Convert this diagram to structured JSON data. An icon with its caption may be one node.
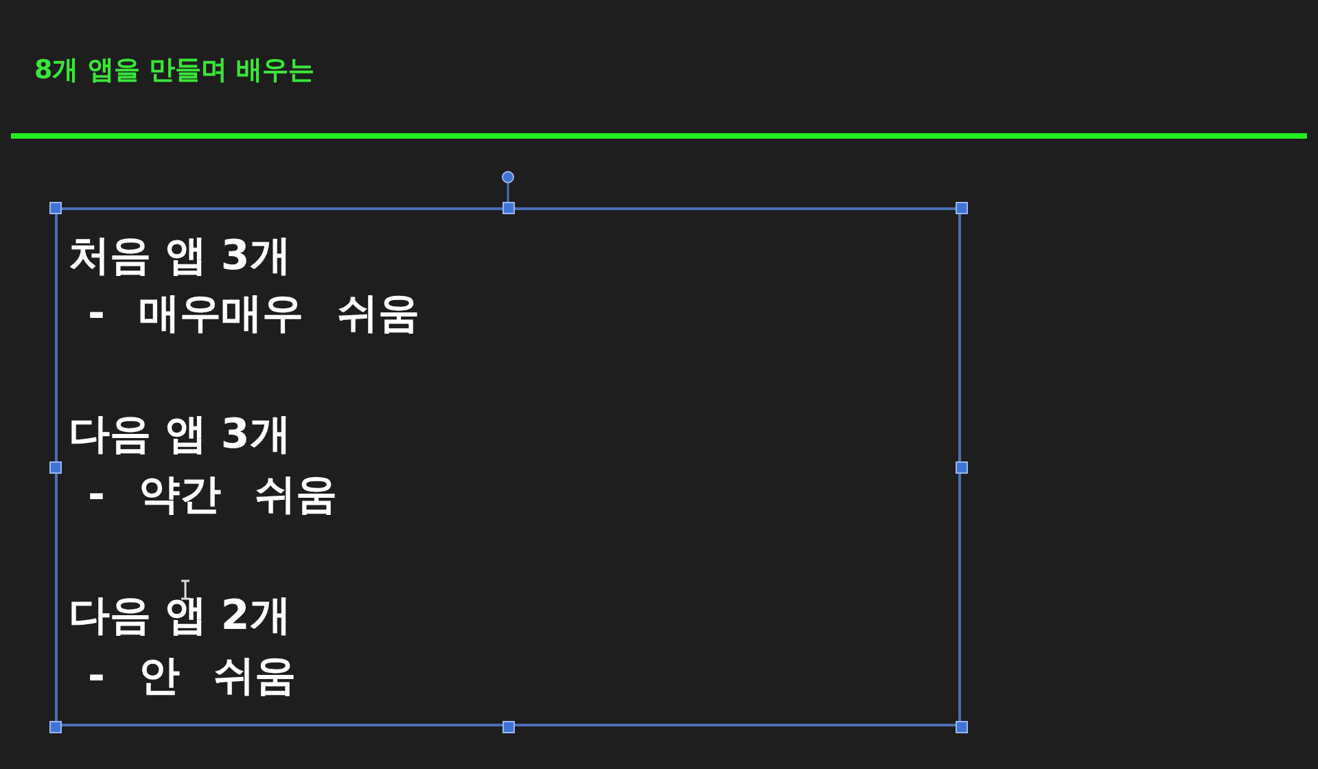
{
  "diagram": {
    "title": "8개 앱을 만들며 배우는",
    "nodes": [
      {
        "text": [
          "처음 앱 3개",
          "- 매우매우 쉬움",
          "다음 앱 3개",
          "- 약간 쉬움",
          "다음 앱 2개",
          "- 안 쉬움"
        ]
      }
    ]
  }
}
